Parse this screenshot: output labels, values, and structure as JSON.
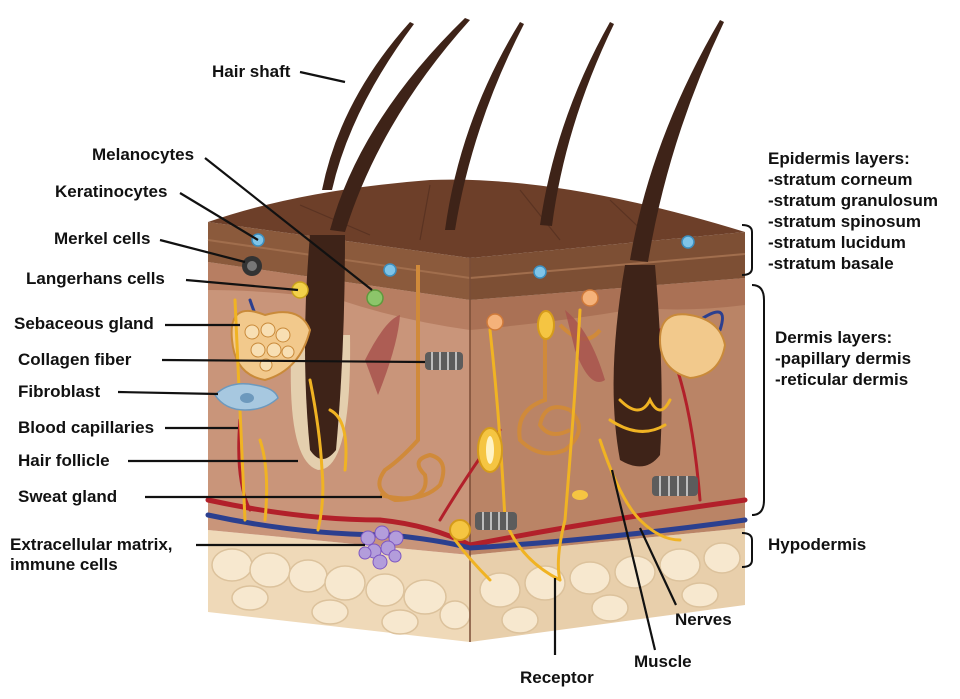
{
  "colors": {
    "epidermis_top": "#7a4a30",
    "epidermis_side": "#8b5a3c",
    "dermis_front": "#c9957a",
    "dermis_side": "#b98063",
    "hypodermis": "#efd9b8",
    "fat_cell": "#f6e6cc",
    "hair": "#3e2318",
    "nerve": "#f0b323",
    "artery": "#b2202a",
    "vein": "#2b3f8f",
    "leader_line": "#111111"
  },
  "labels_left": [
    {
      "id": "hair-shaft",
      "text": "Hair shaft"
    },
    {
      "id": "melanocytes",
      "text": "Melanocytes"
    },
    {
      "id": "keratinocytes",
      "text": "Keratinocytes"
    },
    {
      "id": "merkel-cells",
      "text": "Merkel cells"
    },
    {
      "id": "langerhans-cells",
      "text": "Langerhans cells"
    },
    {
      "id": "sebaceous-gland",
      "text": "Sebaceous gland"
    },
    {
      "id": "collagen-fiber",
      "text": "Collagen fiber"
    },
    {
      "id": "fibroblast",
      "text": "Fibroblast"
    },
    {
      "id": "blood-capillaries",
      "text": "Blood capillaries"
    },
    {
      "id": "hair-follicle",
      "text": "Hair follicle"
    },
    {
      "id": "sweat-gland",
      "text": "Sweat gland"
    }
  ],
  "label_ecm": {
    "line1": "Extracellular matrix,",
    "line2": "immune cells"
  },
  "labels_bottom": {
    "receptor": "Receptor",
    "muscle": "Muscle",
    "nerves": "Nerves"
  },
  "epidermis": {
    "title": "Epidermis layers:",
    "layers": [
      "-stratum corneum",
      "-stratum granulosum",
      "-stratum spinosum",
      "-stratum lucidum",
      "-stratum basale"
    ]
  },
  "dermis": {
    "title": "Dermis layers:",
    "layers": [
      "-papillary dermis",
      "-reticular dermis"
    ]
  },
  "hypodermis": {
    "title": "Hypodermis"
  }
}
